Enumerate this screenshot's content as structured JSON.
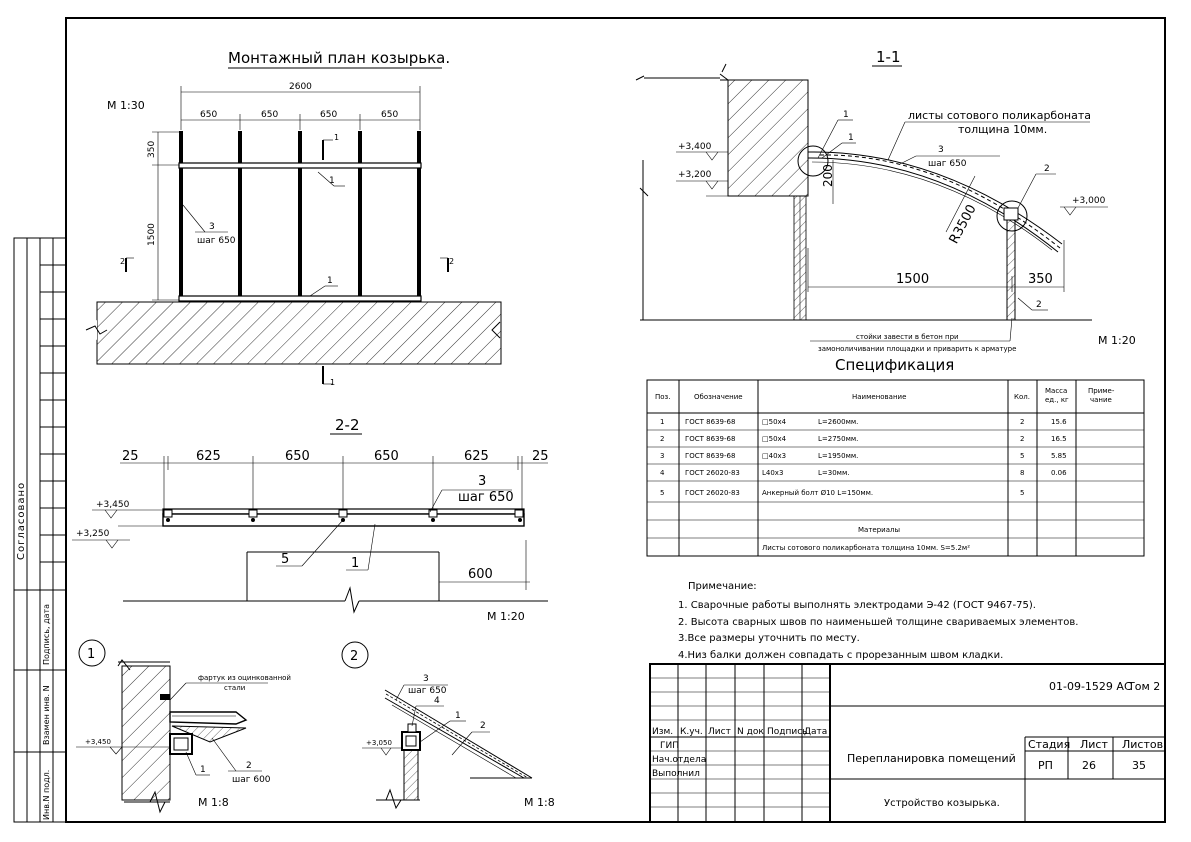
{
  "plan": {
    "title": "Монтажный план козырька.",
    "scale": "М 1:30",
    "dim_total": "2600",
    "dims_top": [
      "650",
      "650",
      "650",
      "650"
    ],
    "dim_350": "350",
    "dim_1500": "1500",
    "callout_1": "1",
    "callout_3": "3",
    "callout_3_step": "шаг 650",
    "section_1": "1",
    "section_2": "2"
  },
  "section_1_1": {
    "title": "1-1",
    "scale": "М 1:20",
    "sheets_label_1": "листы сотового поликарбоната",
    "sheets_label_2": "толщина 10мм.",
    "callout_3_step": "шаг 650",
    "elev_3400": "+3,400",
    "elev_3200": "+3,200",
    "elev_3000": "+3,000",
    "dim_200": "200",
    "radius": "R3500",
    "dim_1500": "1500",
    "dim_350": "350",
    "posts_note_1": "стойки завести в бетон при",
    "posts_note_2": "замоноличивании площадки и приварить к арматуре",
    "callouts": [
      "1",
      "1",
      "3",
      "2",
      "2"
    ]
  },
  "section_2_2": {
    "title": "2-2",
    "scale": "М 1:20",
    "dims_top": [
      "25",
      "625",
      "650",
      "650",
      "625",
      "25"
    ],
    "elev_3450": "+3,450",
    "elev_3250": "+3,250",
    "callout_3": "3",
    "callout_3_step": "шаг 650",
    "callout_5": "5",
    "callout_1": "1",
    "dim_600": "600"
  },
  "node_1": {
    "number": "1",
    "scale": "М 1:8",
    "flashing_1": "фартук из оцинкованной",
    "flashing_2": "стали",
    "elev": "+3,450",
    "callout_1": "1",
    "callout_2": "2",
    "callout_2_step": "шаг 600"
  },
  "node_2": {
    "number": "2",
    "scale": "М 1:8",
    "callout_3": "3",
    "callout_3_step": "шаг 650",
    "callout_4": "4",
    "callout_1": "1",
    "callout_2": "2",
    "elev": "+3,050"
  },
  "spec": {
    "title": "Спецификация",
    "headers": {
      "pos": "Поз.",
      "code": "Обозначение",
      "name": "Наименование",
      "qty": "Кол.",
      "mass_1": "Масса",
      "mass_2": "ед., кг",
      "note_1": "Приме-",
      "note_2": "чание"
    },
    "rows": [
      {
        "pos": "1",
        "code": "ГОСТ 8639-68",
        "name": "□50x4",
        "len": "L=2600мм.",
        "qty": "2",
        "mass": "15.6"
      },
      {
        "pos": "2",
        "code": "ГОСТ 8639-68",
        "name": "□50x4",
        "len": "L=2750мм.",
        "qty": "2",
        "mass": "16.5"
      },
      {
        "pos": "3",
        "code": "ГОСТ 8639-68",
        "name": "□40x3",
        "len": "L=1950мм.",
        "qty": "5",
        "mass": "5.85"
      },
      {
        "pos": "4",
        "code": "ГОСТ 26020-83",
        "name": "L40x3",
        "len": "L=30мм.",
        "qty": "8",
        "mass": "0.06"
      },
      {
        "pos": "5",
        "code": "ГОСТ 26020-83",
        "name": "Анкерный болт Ø10 L=150мм.",
        "len": "",
        "qty": "5",
        "mass": ""
      }
    ],
    "materials_label": "Материалы",
    "materials_row": "Листы сотового поликарбоната толщина 10мм.  S=5.2м²"
  },
  "notes": {
    "title": "Примечание:",
    "items": [
      "1. Сварочные работы выполнять электродами Э-42 (ГОСТ 9467-75).",
      "2. Высота сварных швов по наименьшей толщине свариваемых элементов.",
      "3.Все размеры уточнить по месту.",
      "4.Низ балки должен совпадать с прорезанным швом кладки."
    ]
  },
  "title_block": {
    "doc_code": "01-09-1529 АС",
    "volume": "Том 2",
    "cols": [
      "Изм.",
      "К.уч.",
      "Лист",
      "N док",
      "Подпись",
      "Дата"
    ],
    "roles": [
      "ГИП",
      "Нач.отдела",
      "Выполнил"
    ],
    "project": "Перепланировка помещений",
    "sheet_title": "Устройство козырька.",
    "stage_label": "Стадия",
    "sheet_label": "Лист",
    "sheets_label": "Листов",
    "stage": "РП",
    "sheet": "26",
    "sheets": "35"
  },
  "left_strip": {
    "agreed": "Согласовано",
    "sign_date": "Подпись, дата",
    "replace_inv": "Взамен инв. N",
    "inv_orig": "Инв.N подл."
  }
}
